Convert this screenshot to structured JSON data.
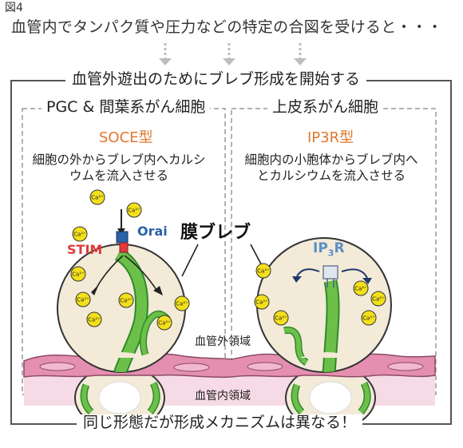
{
  "figure_label": "図4",
  "intro_text": "血管内でタンパク質や圧力などの特定の合図を受けると・・・",
  "main_title": "血管外遊出のためにブレブ形成を開始する",
  "left_panel": {
    "title": "PGC & 間葉系がん細胞",
    "mechanism": "SOCE型",
    "description": "細胞の外からブレブ内へカルシウムを流入させる",
    "orai_label": "Orai",
    "stim_label": "STIM"
  },
  "right_panel": {
    "title": "上皮系がん細胞",
    "mechanism": "IP3R型",
    "description": "細胞内の小胞体からブレブ内へとカルシウムを流入させる",
    "ip3r_main": "IP",
    "ip3r_sub": "3",
    "ip3r_tail": "R"
  },
  "bleb_label": "膜ブレブ",
  "calcium_label": "Ca²⁺",
  "extravascular_label": "血管外領域",
  "intravascular_label": "血管内領域",
  "conclusion": "同じ形態だが形成メカニズムは異なる！",
  "colors": {
    "bleb_fill": "#f3ead8",
    "er_green": "#6cc04a",
    "er_green_dark": "#2f8a2a",
    "endothelium": "#e58fb0",
    "lumen": "#f6dbe6",
    "calcium": "#f4e01a",
    "orai_blue": "#2a62a8",
    "stim_red": "#e03a3a",
    "soce_orange": "#e0782d",
    "arrow_grey": "#bbbbbb",
    "frame_grey": "#555555"
  }
}
